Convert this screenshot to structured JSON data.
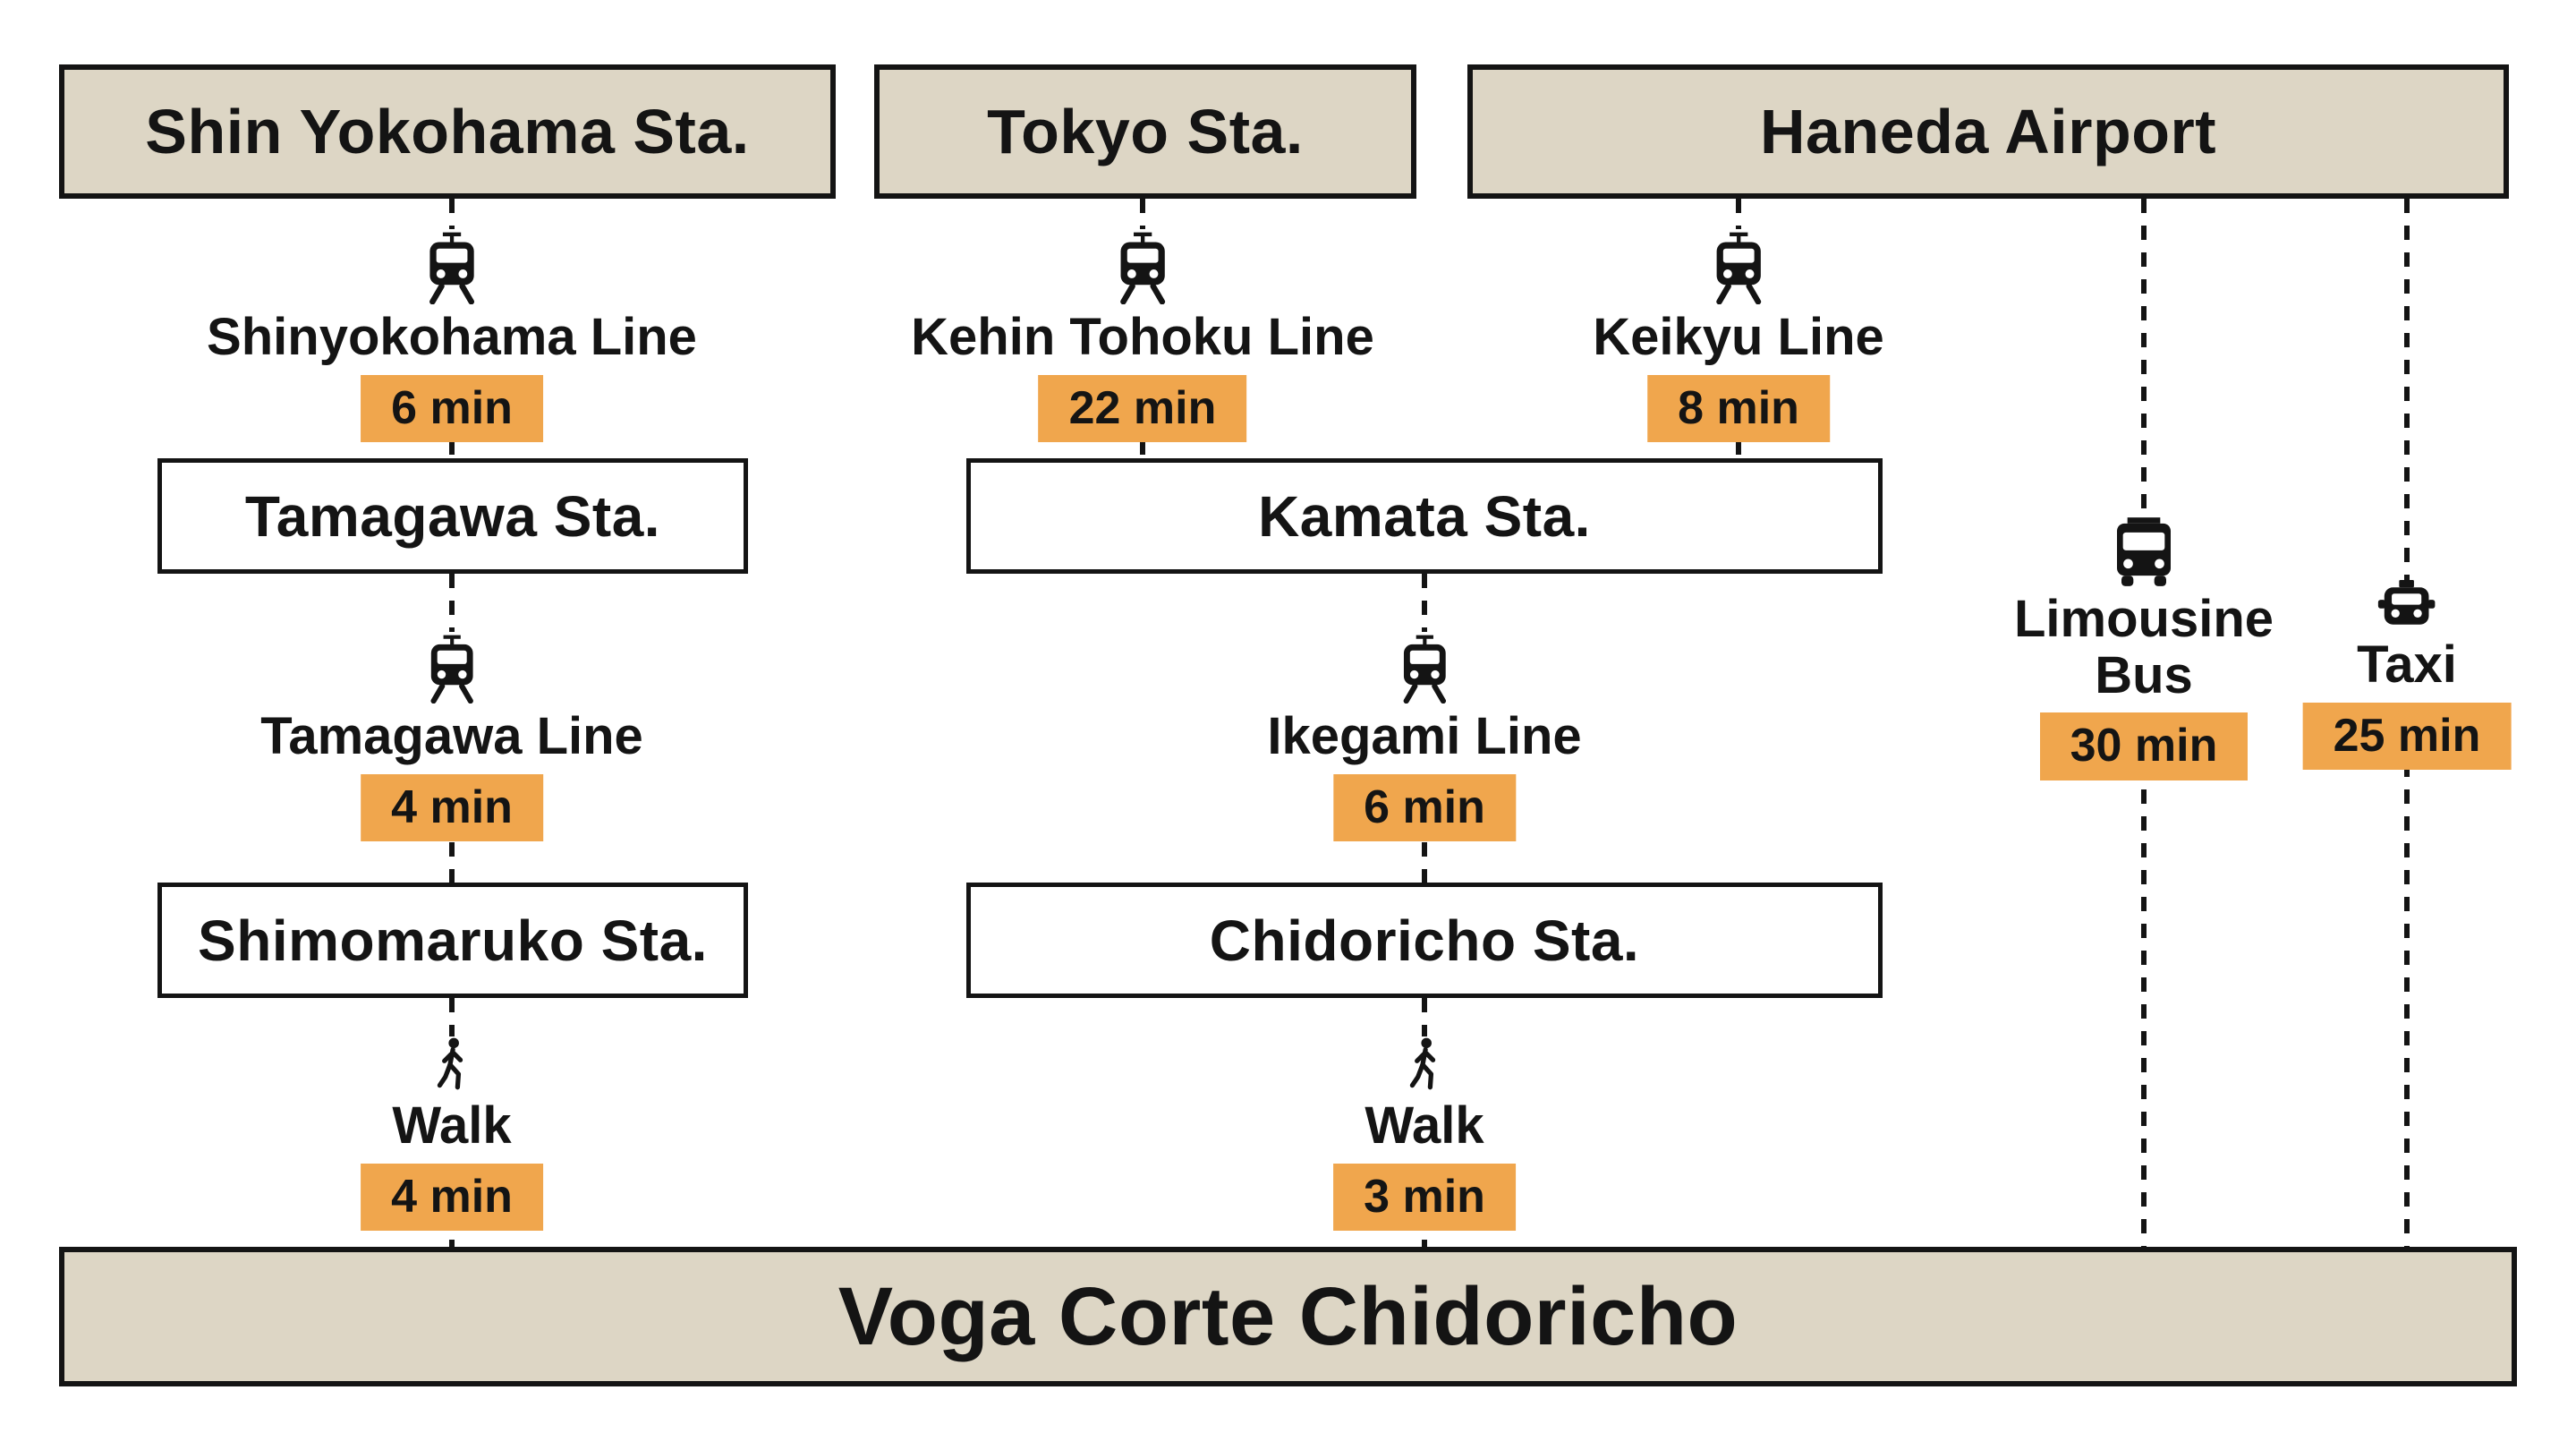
{
  "destination": {
    "label": "Voga Corte Chidoricho"
  },
  "origins": {
    "shin_yokohama": {
      "label": "Shin Yokohama Sta."
    },
    "tokyo": {
      "label": "Tokyo Sta."
    },
    "haneda": {
      "label": "Haneda Airport"
    }
  },
  "stations": {
    "tamagawa": {
      "label": "Tamagawa Sta."
    },
    "kamata": {
      "label": "Kamata Sta."
    },
    "shimomaruko": {
      "label": "Shimomaruko Sta."
    },
    "chidoricho": {
      "label": "Chidoricho Sta."
    }
  },
  "legs": {
    "shinyokohama_line": {
      "mode": "train",
      "label": "Shinyokohama Line",
      "duration": "6 min"
    },
    "kehin_tohoku_line": {
      "mode": "train",
      "label": "Kehin Tohoku Line",
      "duration": "22 min"
    },
    "keikyu_line": {
      "mode": "train",
      "label": "Keikyu Line",
      "duration": "8 min"
    },
    "tamagawa_line": {
      "mode": "train",
      "label": "Tamagawa Line",
      "duration": "4 min"
    },
    "ikegami_line": {
      "mode": "train",
      "label": "Ikegami Line",
      "duration": "6 min"
    },
    "walk_shimomaruko": {
      "mode": "walk",
      "label": "Walk",
      "duration": "4 min"
    },
    "walk_chidoricho": {
      "mode": "walk",
      "label": "Walk",
      "duration": "3 min"
    },
    "limousine_bus": {
      "mode": "bus",
      "label": "Limousine Bus",
      "duration": "30 min"
    },
    "taxi": {
      "mode": "taxi",
      "label": "Taxi",
      "duration": "25 min"
    }
  },
  "colors": {
    "badge": "#F0A64D",
    "terminal_fill": "#DDD6C5",
    "station_fill": "#FFFFFF",
    "ink": "#141414"
  }
}
